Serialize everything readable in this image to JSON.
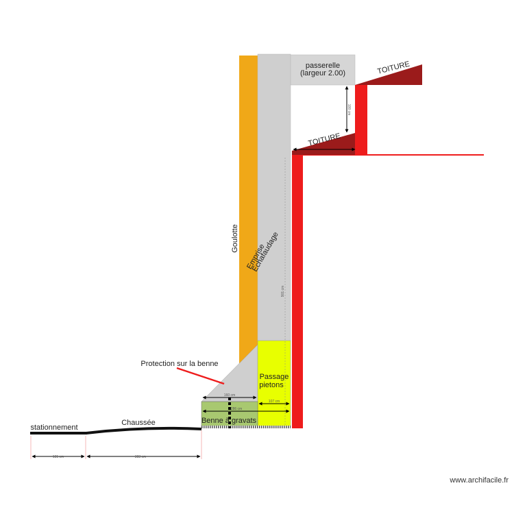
{
  "labels": {
    "passerelle_line1": "passerelle",
    "passerelle_line2": "(largeur 2.00)",
    "toiture_upper": "TOITURE",
    "toiture_lower": "TOITURE",
    "goulotte": "Goulotte",
    "emprise_line1": "Emprise",
    "emprise_line2": "Echafaudage",
    "protection": "Protection sur la benne",
    "passage_line1": "Passage",
    "passage_line2": "pietons",
    "benne": "Benne à gravats",
    "stationnement": "stationnement",
    "chaussee": "Chaussée"
  },
  "dimensions": {
    "passerelle_height": "100 cm",
    "wall_height": "901 cm",
    "benne_top_width": "160 cm",
    "passage_width": "107 cm",
    "total_width": "286 cm",
    "stationnement_width": "181 cm",
    "chaussee_width": "383 cm"
  },
  "colors": {
    "goulotte": "#f0a818",
    "scaffold": "#cfcfcf",
    "passage": "#e8ff00",
    "benne": "#a8c870",
    "wall": "#ee1c1c",
    "roof": "#9b1b1b",
    "ground": "#111111"
  },
  "footer": {
    "credit": "www.archifacile.fr"
  }
}
